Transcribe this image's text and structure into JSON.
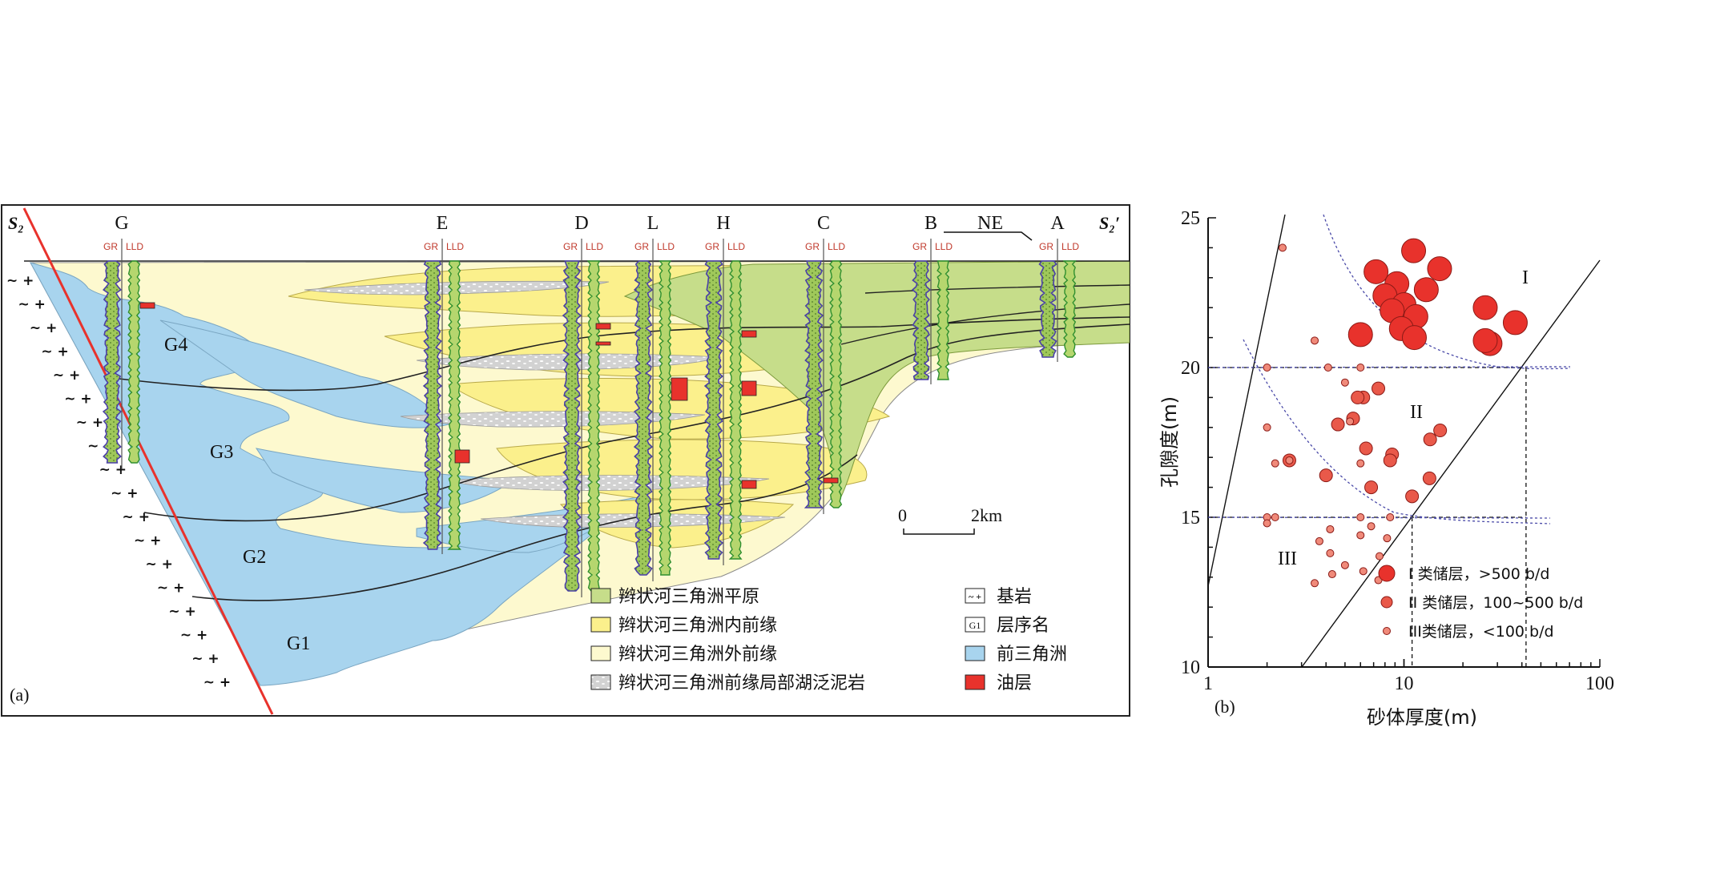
{
  "panel_a": {
    "label": "(a)",
    "section_left": "S₂",
    "section_right": "S₂′",
    "direction": "NE",
    "well_curve_labels": [
      "GR",
      "LLD"
    ],
    "wells": [
      "G",
      "E",
      "D",
      "L",
      "H",
      "C",
      "B",
      "A"
    ],
    "sequences": [
      "G4",
      "G3",
      "G2",
      "G1"
    ],
    "scale": {
      "zero": "0",
      "length": "2km"
    },
    "legend_left": [
      {
        "label": "辫状河三角洲平原",
        "color": "#c6dd8a"
      },
      {
        "label": "辫状河三角洲内前缘",
        "color": "#fbf08c"
      },
      {
        "label": "辫状河三角洲外前缘",
        "color": "#fdf9cf"
      },
      {
        "label": "辫状河三角洲前缘局部湖泛泥岩",
        "color": "#d5d5d5"
      }
    ],
    "legend_right": [
      {
        "label": "基岩",
        "symbol": "~ +"
      },
      {
        "label": "层序名",
        "symbol": "G1"
      },
      {
        "label": "前三角洲",
        "color": "#a8d4ee"
      },
      {
        "label": "油层",
        "color": "#e8322c"
      }
    ]
  },
  "panel_b": {
    "label": "(b)",
    "chart_data": {
      "type": "scatter",
      "xlabel": "砂体厚度(m)",
      "ylabel": "孔隙度(m)",
      "x_scale": "log",
      "xlim": [
        1,
        100
      ],
      "ylim": [
        10,
        25
      ],
      "x_ticks": [
        "1",
        "10",
        "100"
      ],
      "y_ticks": [
        "10",
        "15",
        "20",
        "25"
      ],
      "zone_labels": [
        "I",
        "II",
        "III"
      ],
      "legend": [
        "I 类储层，>500 b/d",
        "II 类储层，100~500 b/d",
        "III类储层，<100 b/d"
      ],
      "series": [
        {
          "name": "I 类储层，>500 b/d",
          "points": [
            [
              11.2,
              23.9
            ],
            [
              15.2,
              23.3
            ],
            [
              7.2,
              23.2
            ],
            [
              9.2,
              22.8
            ],
            [
              13.0,
              22.6
            ],
            [
              8.0,
              22.4
            ],
            [
              10.0,
              22.1
            ],
            [
              8.7,
              21.9
            ],
            [
              11.5,
              21.7
            ],
            [
              9.7,
              21.3
            ],
            [
              11.3,
              21.0
            ],
            [
              26.0,
              22.0
            ],
            [
              37.0,
              21.5
            ],
            [
              6.0,
              21.1
            ],
            [
              27.5,
              20.8
            ],
            [
              26.0,
              20.9
            ]
          ]
        },
        {
          "name": "II 类储层，100~500 b/d",
          "points": [
            [
              6.2,
              19.0
            ],
            [
              7.4,
              19.3
            ],
            [
              5.8,
              19.0
            ],
            [
              5.5,
              18.3
            ],
            [
              4.6,
              18.1
            ],
            [
              6.4,
              17.3
            ],
            [
              8.7,
              17.1
            ],
            [
              8.5,
              16.9
            ],
            [
              13.6,
              17.6
            ],
            [
              15.3,
              17.9
            ],
            [
              4.0,
              16.4
            ],
            [
              6.8,
              16.0
            ],
            [
              11.0,
              15.7
            ],
            [
              13.5,
              16.3
            ],
            [
              2.6,
              16.9
            ]
          ]
        },
        {
          "name": "III类储层，<100 b/d",
          "points": [
            [
              2.4,
              24.0
            ],
            [
              2.0,
              20.0
            ],
            [
              6.0,
              20.0
            ],
            [
              2.0,
              18.0
            ],
            [
              5.0,
              19.5
            ],
            [
              5.3,
              18.2
            ],
            [
              4.1,
              20.0
            ],
            [
              3.5,
              20.9
            ],
            [
              2.2,
              16.8
            ],
            [
              2.6,
              16.9
            ],
            [
              2.0,
              15.0
            ],
            [
              2.2,
              15.0
            ],
            [
              6.0,
              16.8
            ],
            [
              6.0,
              15.0
            ],
            [
              4.2,
              14.6
            ],
            [
              6.0,
              14.4
            ],
            [
              6.8,
              14.7
            ],
            [
              8.5,
              15.0
            ],
            [
              8.2,
              14.3
            ],
            [
              4.2,
              13.8
            ],
            [
              5.0,
              13.4
            ],
            [
              6.2,
              13.2
            ],
            [
              4.3,
              13.1
            ],
            [
              3.5,
              12.8
            ],
            [
              7.5,
              13.7
            ],
            [
              7.4,
              12.9
            ],
            [
              2.0,
              14.8
            ],
            [
              3.7,
              14.2
            ]
          ]
        }
      ]
    }
  }
}
